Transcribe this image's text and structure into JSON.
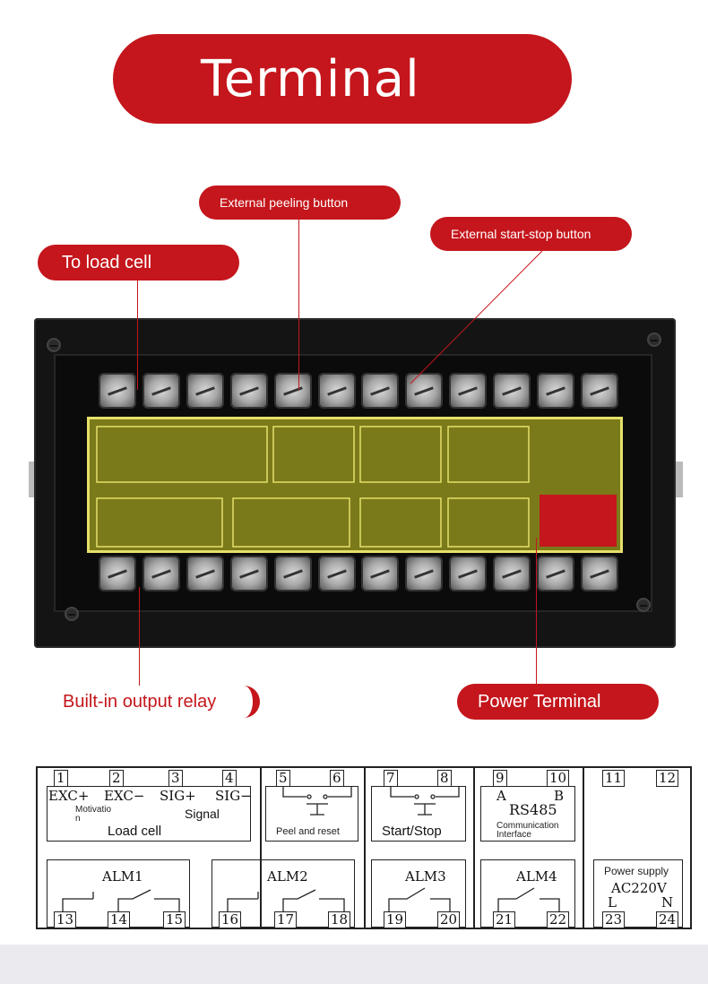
{
  "title": "Terminal",
  "callouts": {
    "peel": "External peeling button",
    "start_stop": "External start-stop button",
    "load_cell": "To load cell",
    "relay": "Built-in output relay",
    "power": "Power Terminal"
  },
  "diagram": {
    "terminals": [
      "1",
      "2",
      "3",
      "4",
      "5",
      "6",
      "7",
      "8",
      "9",
      "10",
      "11",
      "12",
      "13",
      "14",
      "15",
      "16",
      "17",
      "18",
      "19",
      "20",
      "21",
      "22",
      "23",
      "24"
    ],
    "exc_plus": "EXC+",
    "exc_minus": "EXC−",
    "sig_plus": "SIG+",
    "sig_minus": "SIG−",
    "motivation": "Motivatio n",
    "signal": "Signal",
    "load_cell": "Load cell",
    "peel_reset": "Peel and reset",
    "start_stop": "Start/Stop",
    "rs485_a": "A",
    "rs485_b": "B",
    "rs485": "RS485",
    "comm_interface": "Communication Interface",
    "alm1": "ALM1",
    "alm2": "ALM2",
    "alm3": "ALM3",
    "alm4": "ALM4",
    "power_supply": "Power supply",
    "ac220v": "AC220V",
    "power_l": "L",
    "power_n": "N"
  },
  "colors": {
    "accent": "#c4161c",
    "panel": "#7a7a1a",
    "panel_border": "#e5e06a"
  }
}
